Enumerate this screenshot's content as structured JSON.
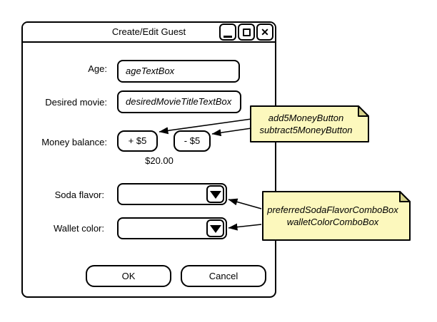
{
  "window": {
    "title": "Create/Edit Guest"
  },
  "icons": {
    "minimize": "underscore-bar",
    "maximize": "outline-square",
    "close": "✕",
    "dropdown": "solid-down-triangle"
  },
  "form": {
    "age": {
      "label": "Age:",
      "value": "ageTextBox"
    },
    "movie": {
      "label": "Desired movie:",
      "value": "desiredMovieTitleTextBox"
    },
    "money": {
      "label": "Money balance:",
      "add_button": "+ $5",
      "subtract_button": "- $5",
      "balance": "$20.00"
    },
    "soda": {
      "label": "Soda flavor:",
      "value": ""
    },
    "wallet": {
      "label": "Wallet color:",
      "value": ""
    }
  },
  "actions": {
    "ok": "OK",
    "cancel": "Cancel"
  },
  "annotations": {
    "money_note": {
      "line1": "add5MoneyButton",
      "line2": "subtract5MoneyButton"
    },
    "combo_note": {
      "line1": "preferredSodaFlavorComboBox",
      "line2": "walletColorComboBox"
    }
  },
  "colors": {
    "bg": "#FFFFFF",
    "stroke": "#000000",
    "note_fill": "#FCF8BD",
    "note_fold": "#D6D28A"
  }
}
